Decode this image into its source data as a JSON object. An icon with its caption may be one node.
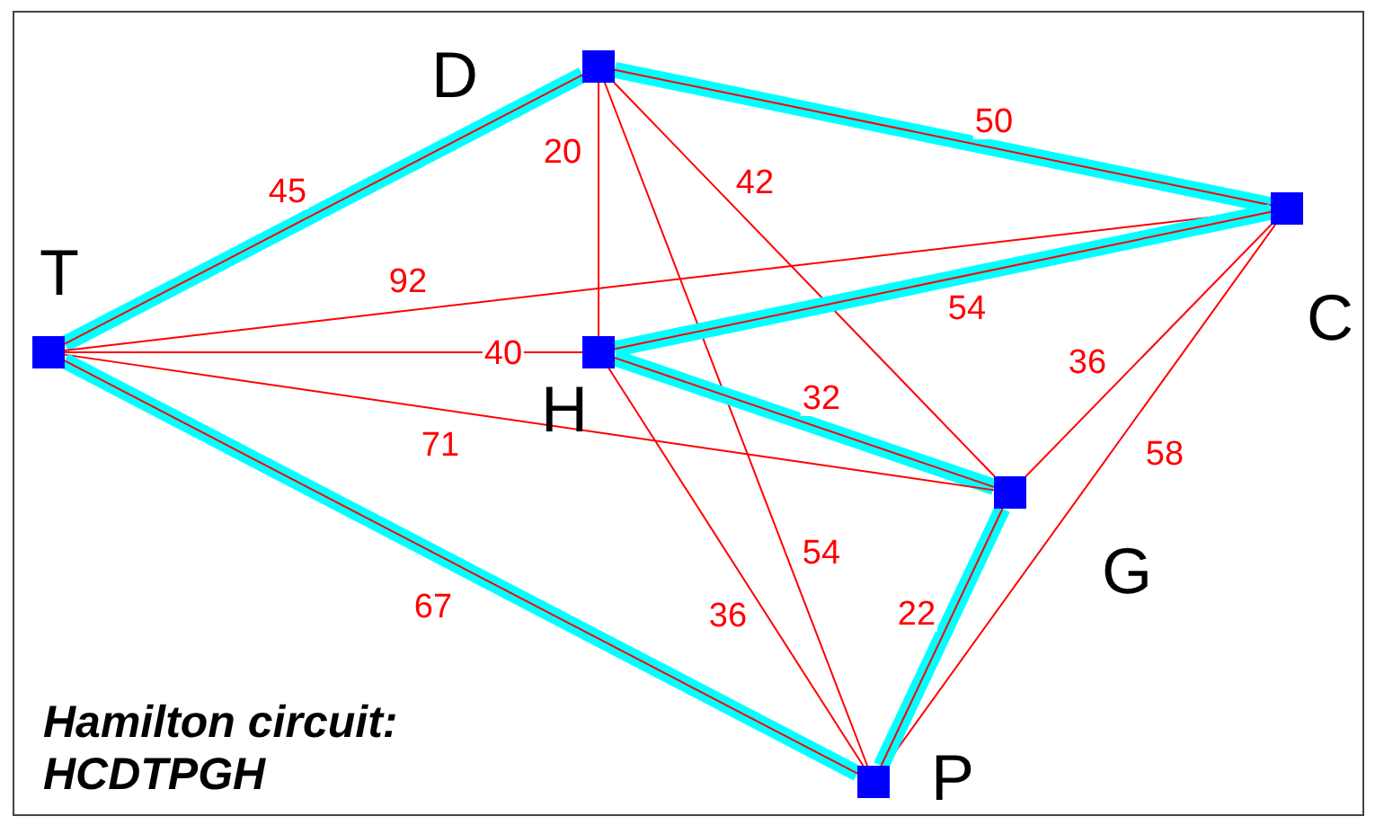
{
  "diagram": {
    "caption": "Hamilton circuit: HCDTPGH",
    "nodes": [
      {
        "text": [],
        "shape": "box",
        "beside": [
          "T"
        ]
      },
      {
        "text": [],
        "shape": "box",
        "beside": [
          "D"
        ]
      },
      {
        "text": [],
        "shape": "box",
        "beside": [
          "H"
        ]
      },
      {
        "text": [],
        "shape": "box",
        "beside": [
          "C"
        ]
      },
      {
        "text": [],
        "shape": "box",
        "beside": [
          "G"
        ]
      },
      {
        "text": [],
        "shape": "box",
        "beside": [
          "P"
        ]
      }
    ],
    "edges": [
      {
        "from": 0,
        "to": 1,
        "arrow": "none",
        "label": "45",
        "style": "thick",
        "color": "#00ffff"
      },
      {
        "from": 1,
        "to": 3,
        "arrow": "none",
        "label": "50",
        "style": "thick",
        "color": "#00ffff"
      },
      {
        "from": 1,
        "to": 2,
        "arrow": "none",
        "label": "20"
      },
      {
        "from": 1,
        "to": 4,
        "arrow": "none",
        "label": "42"
      },
      {
        "from": 1,
        "to": 5,
        "arrow": "none",
        "label": "54"
      },
      {
        "from": 0,
        "to": 3,
        "arrow": "none",
        "label": "92"
      },
      {
        "from": 0,
        "to": 2,
        "arrow": "none",
        "label": "40"
      },
      {
        "from": 2,
        "to": 3,
        "arrow": "none",
        "label": "54",
        "style": "thick",
        "color": "#00ffff"
      },
      {
        "from": 2,
        "to": 4,
        "arrow": "none",
        "label": "32",
        "style": "thick",
        "color": "#00ffff"
      },
      {
        "from": 3,
        "to": 4,
        "arrow": "none",
        "label": "36"
      },
      {
        "from": 0,
        "to": 4,
        "arrow": "none",
        "label": "71"
      },
      {
        "from": 3,
        "to": 5,
        "arrow": "none",
        "label": "58"
      },
      {
        "from": 0,
        "to": 5,
        "arrow": "none",
        "label": "67",
        "style": "thick",
        "color": "#00ffff"
      },
      {
        "from": 2,
        "to": 5,
        "arrow": "none",
        "label": "36"
      },
      {
        "from": 4,
        "to": 5,
        "arrow": "none",
        "label": "22",
        "style": "thick",
        "color": "#00ffff"
      }
    ]
  }
}
